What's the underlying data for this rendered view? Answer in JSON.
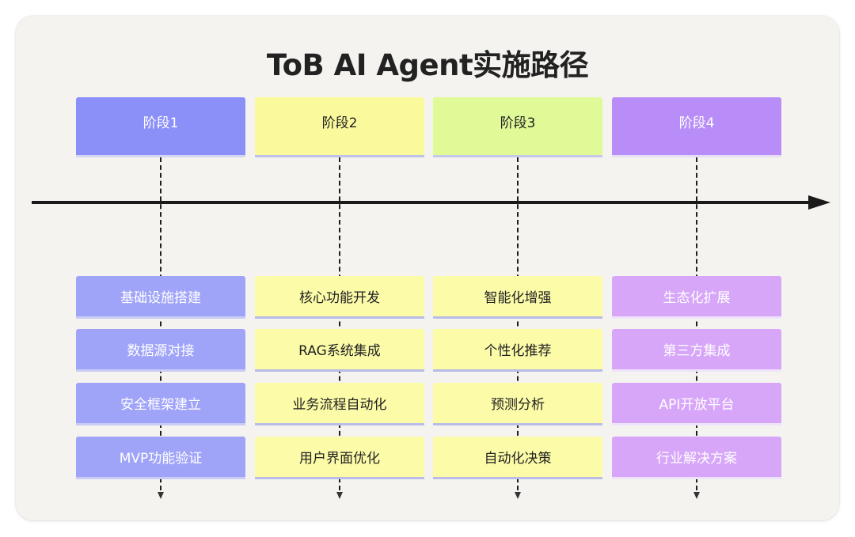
{
  "title": "ToB AI Agent实施路径",
  "colors": {
    "stage": [
      "#8b8ff8",
      "#fafa9d",
      "#e0fa98",
      "#b88df8"
    ],
    "task": [
      "#a0a4f9",
      "#fbfba8",
      "#fbfba8",
      "#d7a6f9"
    ]
  },
  "stages": [
    {
      "label": "阶段1",
      "tasks": [
        "基础设施搭建",
        "数据源对接",
        "安全框架建立",
        "MVP功能验证"
      ]
    },
    {
      "label": "阶段2",
      "tasks": [
        "核心功能开发",
        "RAG系统集成",
        "业务流程自动化",
        "用户界面优化"
      ]
    },
    {
      "label": "阶段3",
      "tasks": [
        "智能化增强",
        "个性化推荐",
        "预测分析",
        "自动化决策"
      ]
    },
    {
      "label": "阶段4",
      "tasks": [
        "生态化扩展",
        "第三方集成",
        "API开放平台",
        "行业解决方案"
      ]
    }
  ]
}
